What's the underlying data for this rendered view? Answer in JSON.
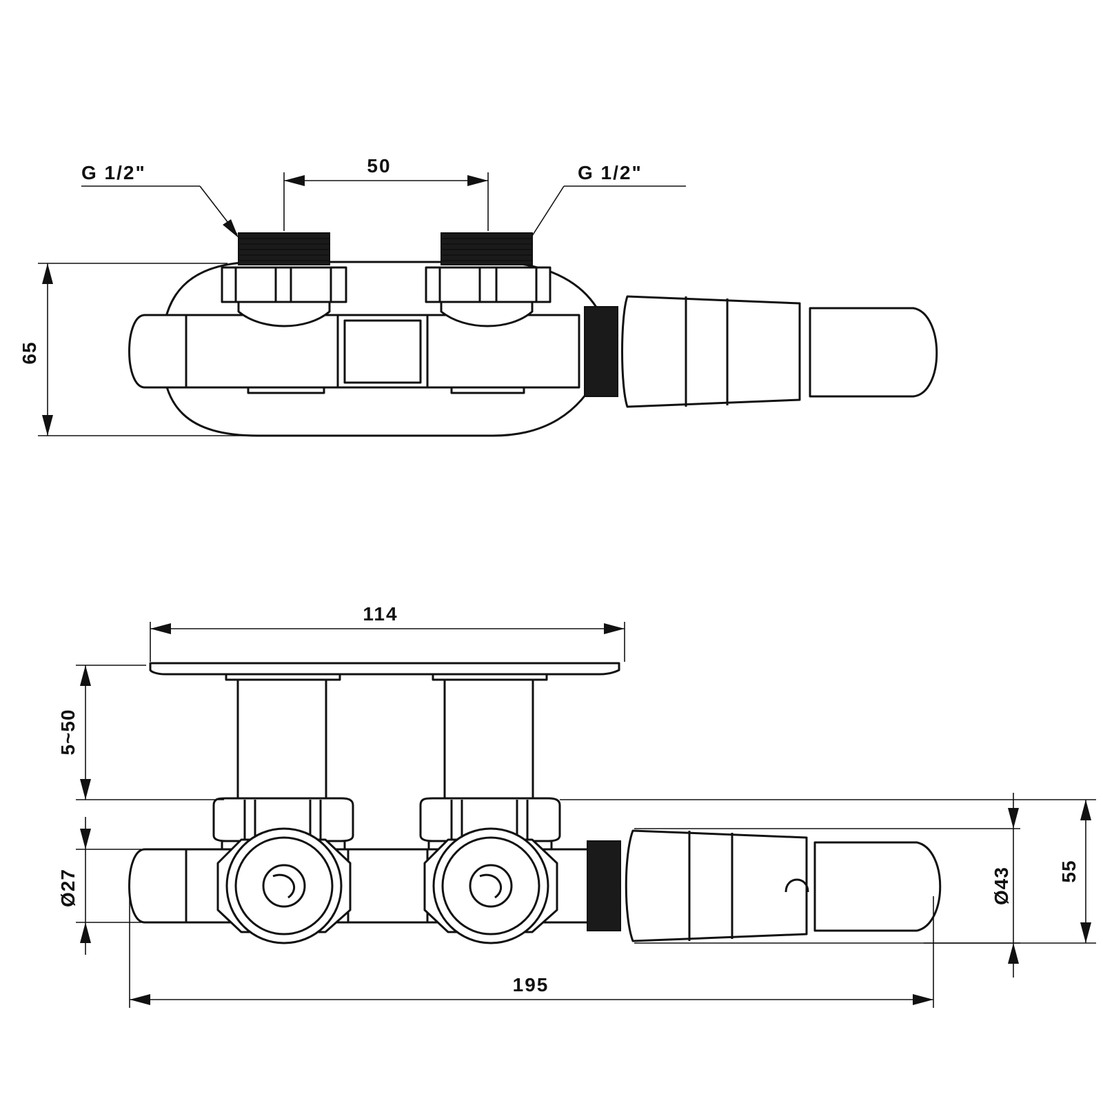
{
  "top_view": {
    "thread_left": "G 1/2\"",
    "thread_right": "G 1/2\"",
    "pitch": "50",
    "height": "65"
  },
  "front_view": {
    "width_plate": "114",
    "adjust_range": "5~50",
    "dia_pipe": "Ø27",
    "dia_head": "Ø43",
    "height_head": "55",
    "total_length": "195"
  }
}
